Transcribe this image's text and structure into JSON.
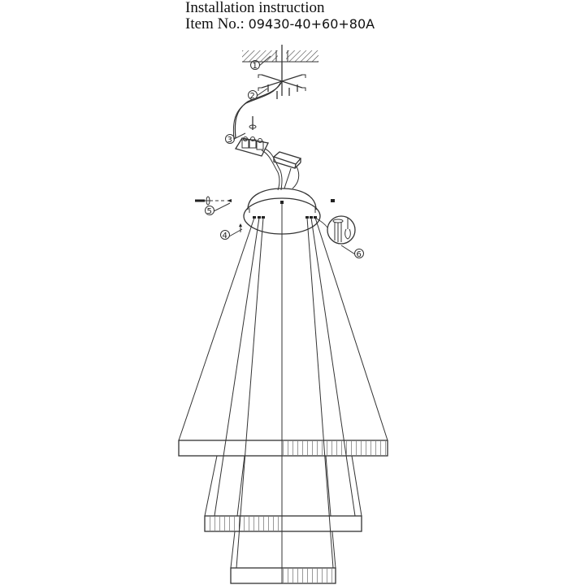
{
  "header": {
    "title": "Installation instruction",
    "item_label": "Item No.:",
    "item_number": "09430-40+60+80A"
  },
  "diagram": {
    "callouts": [
      {
        "number": "1",
        "symbol": "①",
        "part": "ceiling-fixing"
      },
      {
        "number": "2",
        "symbol": "②",
        "part": "cross-bracket-screws"
      },
      {
        "number": "3",
        "symbol": "③",
        "part": "terminal-block"
      },
      {
        "number": "4",
        "symbol": "④",
        "part": "wire-anchor"
      },
      {
        "number": "5",
        "symbol": "⑤",
        "part": "canopy-screw"
      },
      {
        "number": "6",
        "symbol": "⑥",
        "part": "cable-gripper-detail"
      }
    ],
    "rings": [
      {
        "name": "ring-top",
        "size": "80"
      },
      {
        "name": "ring-middle",
        "size": "60"
      },
      {
        "name": "ring-bottom",
        "size": "40"
      }
    ]
  }
}
